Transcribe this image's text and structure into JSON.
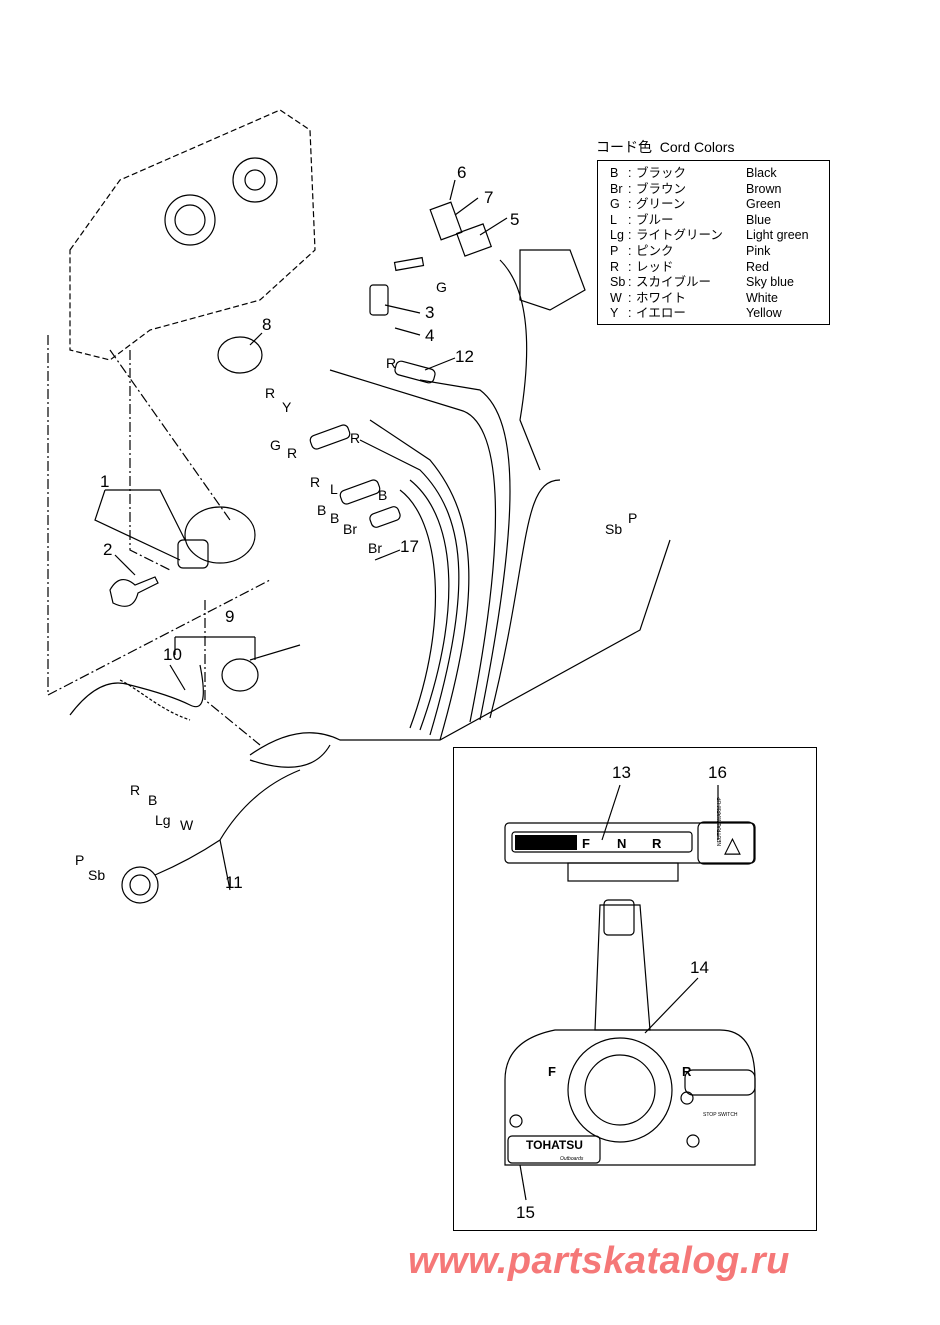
{
  "legend": {
    "title_jp": "コード色",
    "title_en": "Cord Colors",
    "rows": [
      {
        "code": "B",
        "jp": "ブラック",
        "en": "Black"
      },
      {
        "code": "Br",
        "jp": "ブラウン",
        "en": "Brown"
      },
      {
        "code": "G",
        "jp": "グリーン",
        "en": "Green"
      },
      {
        "code": "L",
        "jp": "ブルー",
        "en": "Blue"
      },
      {
        "code": "Lg",
        "jp": "ライトグリーン",
        "en": "Light green"
      },
      {
        "code": "P",
        "jp": "ピンク",
        "en": "Pink"
      },
      {
        "code": "R",
        "jp": "レッド",
        "en": "Red"
      },
      {
        "code": "Sb",
        "jp": "スカイブルー",
        "en": "Sky blue"
      },
      {
        "code": "W",
        "jp": "ホワイト",
        "en": "White"
      },
      {
        "code": "Y",
        "jp": "イエロー",
        "en": "Yellow"
      }
    ]
  },
  "parts": {
    "p1": "1",
    "p2": "2",
    "p3": "3",
    "p4": "4",
    "p5": "5",
    "p6": "6",
    "p7": "7",
    "p8": "8",
    "p9": "9",
    "p10": "10",
    "p11": "11",
    "p12": "12",
    "p13": "13",
    "p14": "14",
    "p15": "15",
    "p16": "16",
    "p17": "17"
  },
  "wires": [
    "R",
    "Y",
    "G",
    "R",
    "R",
    "L",
    "B",
    "B",
    "B",
    "Br",
    "Br",
    "G",
    "R",
    "R",
    "P",
    "Sb",
    "R",
    "B",
    "Lg",
    "W",
    "P",
    "Sb"
  ],
  "remote": {
    "indicator": {
      "f": "F",
      "n": "N",
      "r": "R",
      "warmup": "NEUTRAL WARM-UP"
    },
    "lever_f": "F",
    "lever_r": "R",
    "stop_switch": "STOP SWITCH",
    "brand": "TOHATSU",
    "brand_sub": "Outboards"
  },
  "watermark": "www.partskatalog.ru"
}
